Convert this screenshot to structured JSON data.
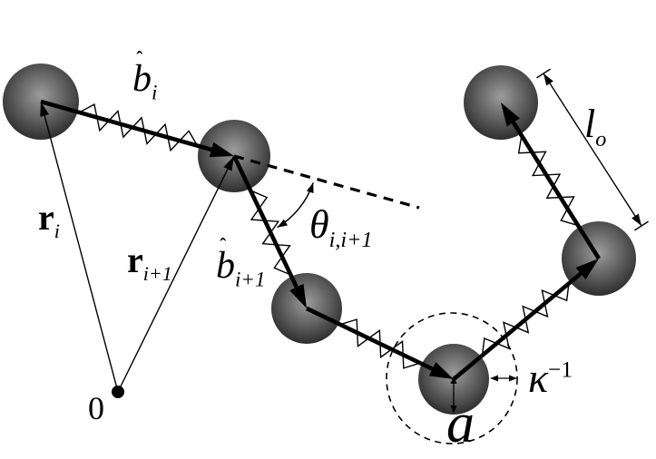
{
  "labels": {
    "bond_i": {
      "hat": "ˆ",
      "base": "b",
      "sub": "i"
    },
    "bond_i1": {
      "hat": "ˆ",
      "base": "b",
      "sub": "i+1"
    },
    "r_i": {
      "base": "r",
      "sub": "i"
    },
    "r_i1": {
      "base": "r",
      "sub": "i+1"
    },
    "theta": {
      "base": "θ",
      "sub": "i,i+1"
    },
    "origin": {
      "text": "0"
    },
    "a": {
      "text": "a"
    },
    "kappa": {
      "base": "κ",
      "sup": "−1"
    },
    "l_o": {
      "base": "l",
      "sub": "o"
    }
  },
  "colors": {
    "background": "#ffffff",
    "ink": "#000000",
    "bead_highlight": "#9c9c9c",
    "bead_mid": "#646464",
    "bead_dark": "#2e2e2e",
    "bead_rim": "#1c1c1c"
  }
}
